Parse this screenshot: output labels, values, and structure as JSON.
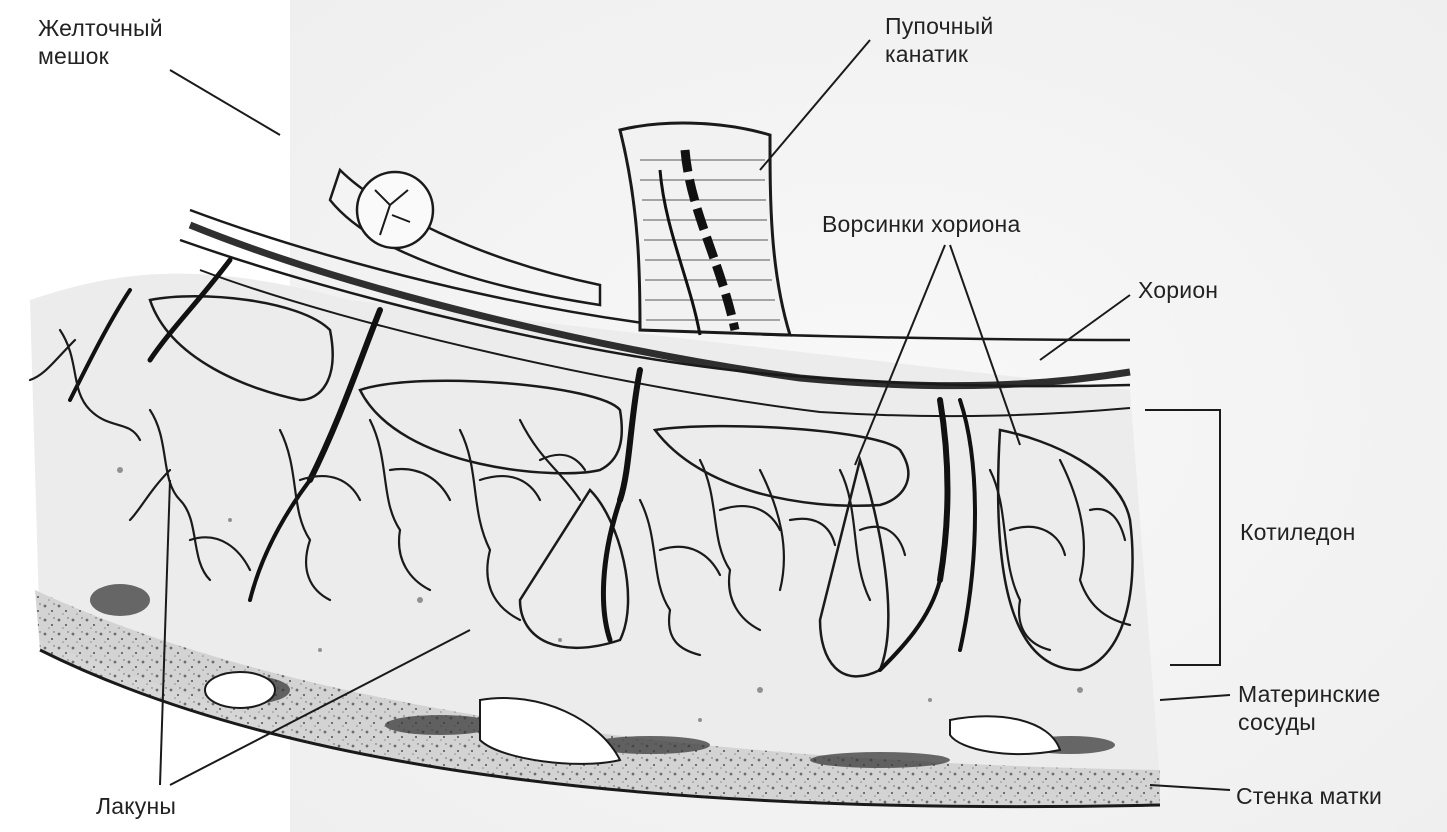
{
  "labels": {
    "yolk_sac": [
      "Желточный",
      "мешок"
    ],
    "umbilical_cord": [
      "Пупочный",
      "канатик"
    ],
    "chorionic_villi": "Ворсинки хориона",
    "chorion": "Хорион",
    "cotyledon": "Котиледон",
    "maternal_vessels": [
      "Материнские",
      "сосуды"
    ],
    "uterine_wall": "Стенка матки",
    "lacunae": "Лакуны"
  },
  "colors": {
    "ink": "#1a1a1a",
    "paper": "#ffffff",
    "placenta_bg": "#eeeeee",
    "wall_tone": "#b9b9b9"
  }
}
